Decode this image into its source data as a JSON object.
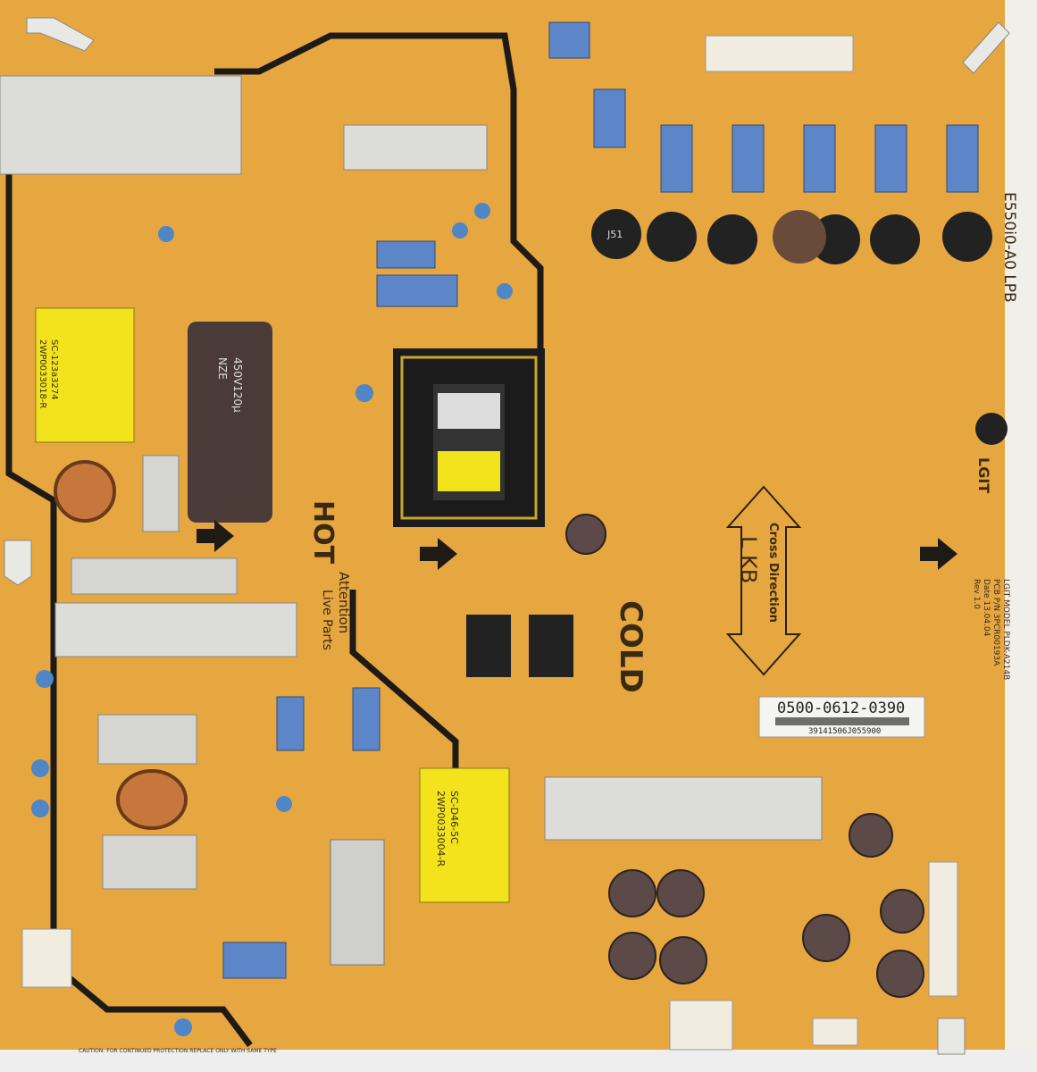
{
  "board": {
    "colors": {
      "pcb": "#e2a23e",
      "trace": "#1e1a16",
      "capacitor_blue": "#5d86c8",
      "heatsink": "#d9d9d6",
      "transformer_yellow": "#f2e31c"
    },
    "board_id": "E550i0-A0 LPB",
    "brand": "LGIT",
    "hot_label": "HOT",
    "attention_label": "Attention",
    "live_parts_label": "Live Parts",
    "cold_label": "COLD",
    "cross_direction_label": "Cross Direction",
    "direction_letters": "L KB",
    "model_lines": [
      "LGIT MODEL PLDK-A214B",
      "PCB P/N 3PCR00193A",
      "Date 13.04.04",
      "Rev 1.0"
    ],
    "sticker": {
      "part_number": "0500-0612-0390",
      "serial": "39141506J055900"
    },
    "transformer_small_label": [
      "2WP0033004-R",
      "SC-D46-5C"
    ],
    "transformer_main_label": [
      "2WP0033018-R",
      "SC-123a3274"
    ],
    "capacitor_label": [
      "NZE",
      "450V120µ"
    ],
    "inductor_label": "J51",
    "caution_text": "CAUTION: FOR CONTINUED PROTECTION REPLACE ONLY WITH SAME TYPE"
  }
}
